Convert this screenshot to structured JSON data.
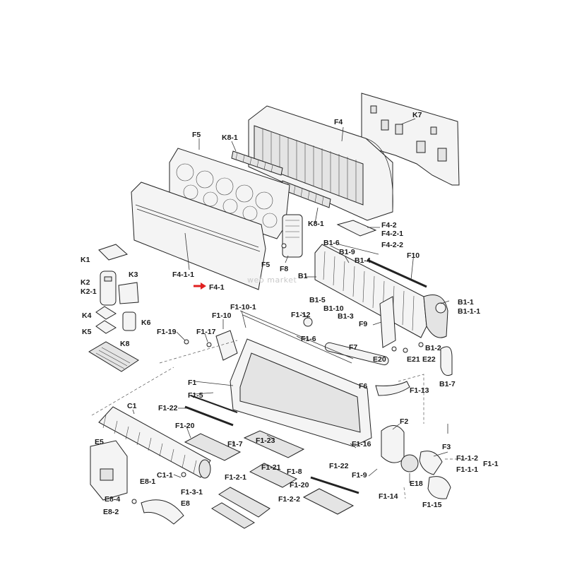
{
  "labels": {
    "K7": "K7",
    "F4": "F4",
    "F5a": "F5",
    "K8_1a": "K8-1",
    "K8_1b": "K8-1",
    "F4_2": "F4-2",
    "F4_2_1": "F4-2-1",
    "F4_2_2": "F4-2-2",
    "B1_6": "B1-6",
    "B1_9": "B1-9",
    "B1_4": "B1-4",
    "F10": "F10",
    "F5b": "F5",
    "F8": "F8",
    "B1": "B1",
    "F4_1_1": "F4-1-1",
    "F4_1": "F4-1",
    "B1_5": "B1-5",
    "B1_10": "B1-10",
    "B1_3": "B1-3",
    "B1_1": "B1-1",
    "B1_1_1": "B1-1-1",
    "K1": "K1",
    "K2": "K2",
    "K2_1": "K2-1",
    "K3": "K3",
    "K4": "K4",
    "K5": "K5",
    "K6": "K6",
    "K8": "K8",
    "F1_10_1": "F1-10-1",
    "F1_10": "F1-10",
    "F1_12": "F1-12",
    "F9": "F9",
    "F1_19": "F1-19",
    "F1_17": "F1-17",
    "F1_6": "F1-6",
    "F7": "F7",
    "E20": "E20",
    "E21": "E21",
    "E22": "E22",
    "B1_2": "B1-2",
    "B1_7": "B1-7",
    "F1": "F1",
    "F1_5": "F1-5",
    "F6": "F6",
    "F1_13": "F1-13",
    "C1": "C1",
    "F1_22a": "F1-22",
    "F1_20a": "F1-20",
    "F2": "F2",
    "F1_7": "F1-7",
    "F1_23": "F1-23",
    "F1_16": "F1-16",
    "F3": "F3",
    "E5": "E5",
    "F1_1_2": "F1-1-2",
    "F1_1_1": "F1-1-1",
    "F1_1": "F1-1",
    "C1_1": "C1-1",
    "F1_2_1": "F1-2-1",
    "F1_21": "F1-21",
    "F1_8": "F1-8",
    "F1_22b": "F1-22",
    "F1_9": "F1-9",
    "E18": "E18",
    "E8_1": "E8-1",
    "E8_4": "E8-4",
    "F1_3_1": "F1-3-1",
    "F1_20b": "F1-20",
    "F1_14": "F1-14",
    "E8": "E8",
    "E8_2": "E8-2",
    "F1_2_2": "F1-2-2",
    "F1_15": "F1-15"
  },
  "watermark": "web market",
  "colors": {
    "arrow": "#e02020",
    "ink": "#1a1a1a",
    "watermark": "#c9c9c9"
  }
}
